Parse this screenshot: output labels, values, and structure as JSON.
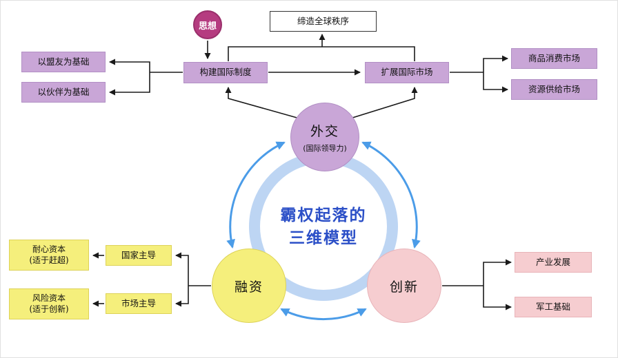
{
  "colors": {
    "purple": "#c9a6d7",
    "purple-dark": "#b18fc4",
    "yellow": "#f5ef7c",
    "pink": "#f6cdd0",
    "magenta": "#b53c80",
    "blue-arrow": "#4b9ce8",
    "blue-ring": "#bdd5f3",
    "title-blue": "#2b4fc7",
    "line": "#1a1a1a"
  },
  "title": {
    "line1": "霸权起落的",
    "line2": "三维模型"
  },
  "circles": {
    "idea": {
      "label": "思想"
    },
    "diplomacy": {
      "label": "外交",
      "sublabel": "(国际领导力)"
    },
    "financing": {
      "label": "融资"
    },
    "innovation": {
      "label": "创新"
    }
  },
  "boxes": {
    "global_order": {
      "label": "缔造全球秩序"
    },
    "build_institutions": {
      "label": "构建国际制度"
    },
    "expand_markets": {
      "label": "扩展国际市场"
    },
    "ally_basis": {
      "label": "以盟友为基础"
    },
    "partner_basis": {
      "label": "以伙伴为基础"
    },
    "goods_market": {
      "label": "商品消费市场"
    },
    "resource_market": {
      "label": "资源供给市场"
    },
    "patient_capital": {
      "line1": "耐心资本",
      "line2": "(适于赶超)"
    },
    "venture_capital": {
      "line1": "风险资本",
      "line2": "(适于创新)"
    },
    "state_led": {
      "label": "国家主导"
    },
    "market_led": {
      "label": "市场主导"
    },
    "industry_dev": {
      "label": "产业发展"
    },
    "military_base": {
      "label": "军工基础"
    }
  }
}
